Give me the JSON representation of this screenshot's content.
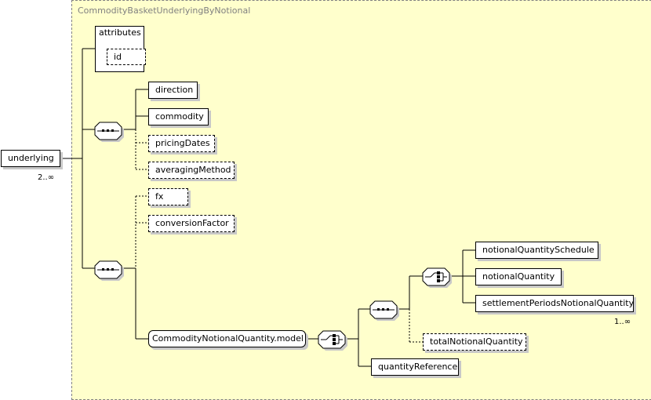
{
  "diagram": {
    "type_name": "CommodityBasketUnderlyingByNotional",
    "root": {
      "label": "underlying",
      "multiplicity": "2..∞"
    },
    "attributes": {
      "title": "attributes",
      "items": [
        "id"
      ]
    },
    "sequence1": {
      "compositor": "sequence",
      "elements": [
        {
          "label": "direction",
          "optional": false
        },
        {
          "label": "commodity",
          "optional": false
        },
        {
          "label": "pricingDates",
          "optional": true
        },
        {
          "label": "averagingMethod",
          "optional": true
        }
      ]
    },
    "sequence2": {
      "compositor": "sequence",
      "elements": [
        {
          "label": "fx",
          "optional": true
        },
        {
          "label": "conversionFactor",
          "optional": true
        }
      ],
      "group": {
        "label": "CommodityNotionalQuantity.model",
        "compositor": "choice"
      }
    },
    "inner": {
      "sequence_compositor": "sequence",
      "choice_compositor": "choice",
      "choice_elements": [
        {
          "label": "notionalQuantitySchedule"
        },
        {
          "label": "notionalQuantity"
        },
        {
          "label": "settlementPeriodsNotionalQuantity",
          "multiplicity": "1..∞"
        }
      ],
      "optional_element": {
        "label": "totalNotionalQuantity"
      },
      "reference_element": {
        "label": "quantityReference"
      }
    }
  }
}
